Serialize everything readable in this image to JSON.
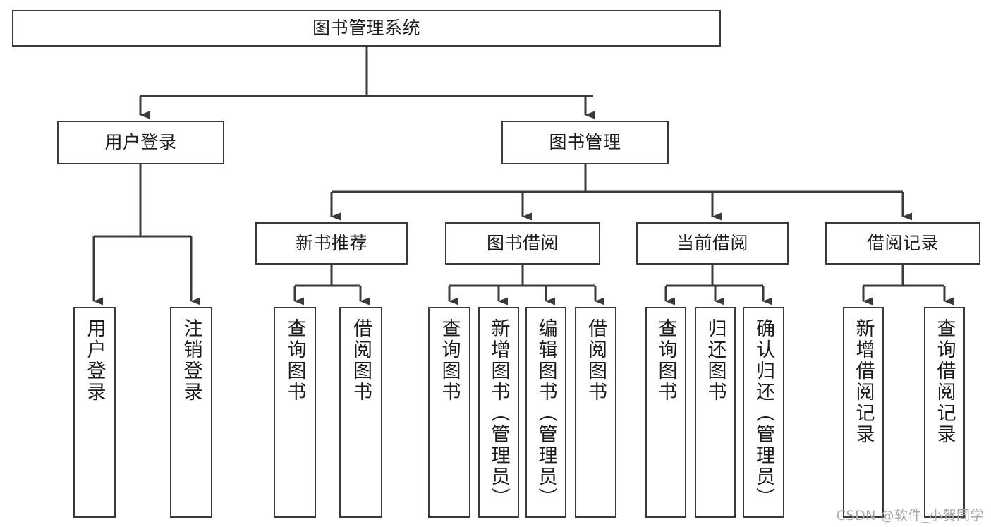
{
  "diagram": {
    "type": "hierarchy-tree",
    "title": "图书管理系统",
    "root": {
      "id": "root",
      "label": "图书管理系统",
      "shape": "horizontal-box"
    },
    "level2": [
      {
        "id": "user-login",
        "label": "用户登录",
        "shape": "horizontal-box"
      },
      {
        "id": "book-manage",
        "label": "图书管理",
        "shape": "horizontal-box"
      }
    ],
    "level3": [
      {
        "id": "new-book-rec",
        "label": "新书推荐",
        "shape": "horizontal-box",
        "parent": "book-manage"
      },
      {
        "id": "book-borrow",
        "label": "图书借阅",
        "shape": "horizontal-box",
        "parent": "book-manage"
      },
      {
        "id": "current-borrow",
        "label": "当前借阅",
        "shape": "horizontal-box",
        "parent": "book-manage"
      },
      {
        "id": "borrow-record",
        "label": "借阅记录",
        "shape": "horizontal-box",
        "parent": "book-manage"
      }
    ],
    "leaves": [
      {
        "id": "leaf-user-login",
        "label": "用户登录",
        "parent": "user-login"
      },
      {
        "id": "leaf-logout",
        "label": "注销登录",
        "parent": "user-login"
      },
      {
        "id": "leaf-query-book-1",
        "label": "查询图书",
        "parent": "new-book-rec"
      },
      {
        "id": "leaf-borrow-book-1",
        "label": "借阅图书",
        "parent": "new-book-rec"
      },
      {
        "id": "leaf-query-book-2",
        "label": "查询图书",
        "parent": "book-borrow"
      },
      {
        "id": "leaf-add-book",
        "label": "新增图书（管理员）",
        "parent": "book-borrow"
      },
      {
        "id": "leaf-edit-book",
        "label": "编辑图书（管理员）",
        "parent": "book-borrow"
      },
      {
        "id": "leaf-borrow-book-2",
        "label": "借阅图书",
        "parent": "book-borrow"
      },
      {
        "id": "leaf-query-book-3",
        "label": "查询图书",
        "parent": "current-borrow"
      },
      {
        "id": "leaf-return-book",
        "label": "归还图书",
        "parent": "current-borrow"
      },
      {
        "id": "leaf-confirm-return",
        "label": "确认归还（管理员）",
        "parent": "current-borrow"
      },
      {
        "id": "leaf-add-record",
        "label": "新增借阅记录",
        "parent": "borrow-record"
      },
      {
        "id": "leaf-query-record",
        "label": "查询借阅记录",
        "parent": "borrow-record"
      }
    ],
    "colors": {
      "line": "#3a3a3a",
      "box_border": "#3a3a3a",
      "box_fill": "#ffffff",
      "text": "#1b1b1b",
      "background": "#ffffff",
      "watermark": "#a8a8a8"
    }
  },
  "watermark": {
    "text": "CSDN @软件_小贺同学"
  }
}
